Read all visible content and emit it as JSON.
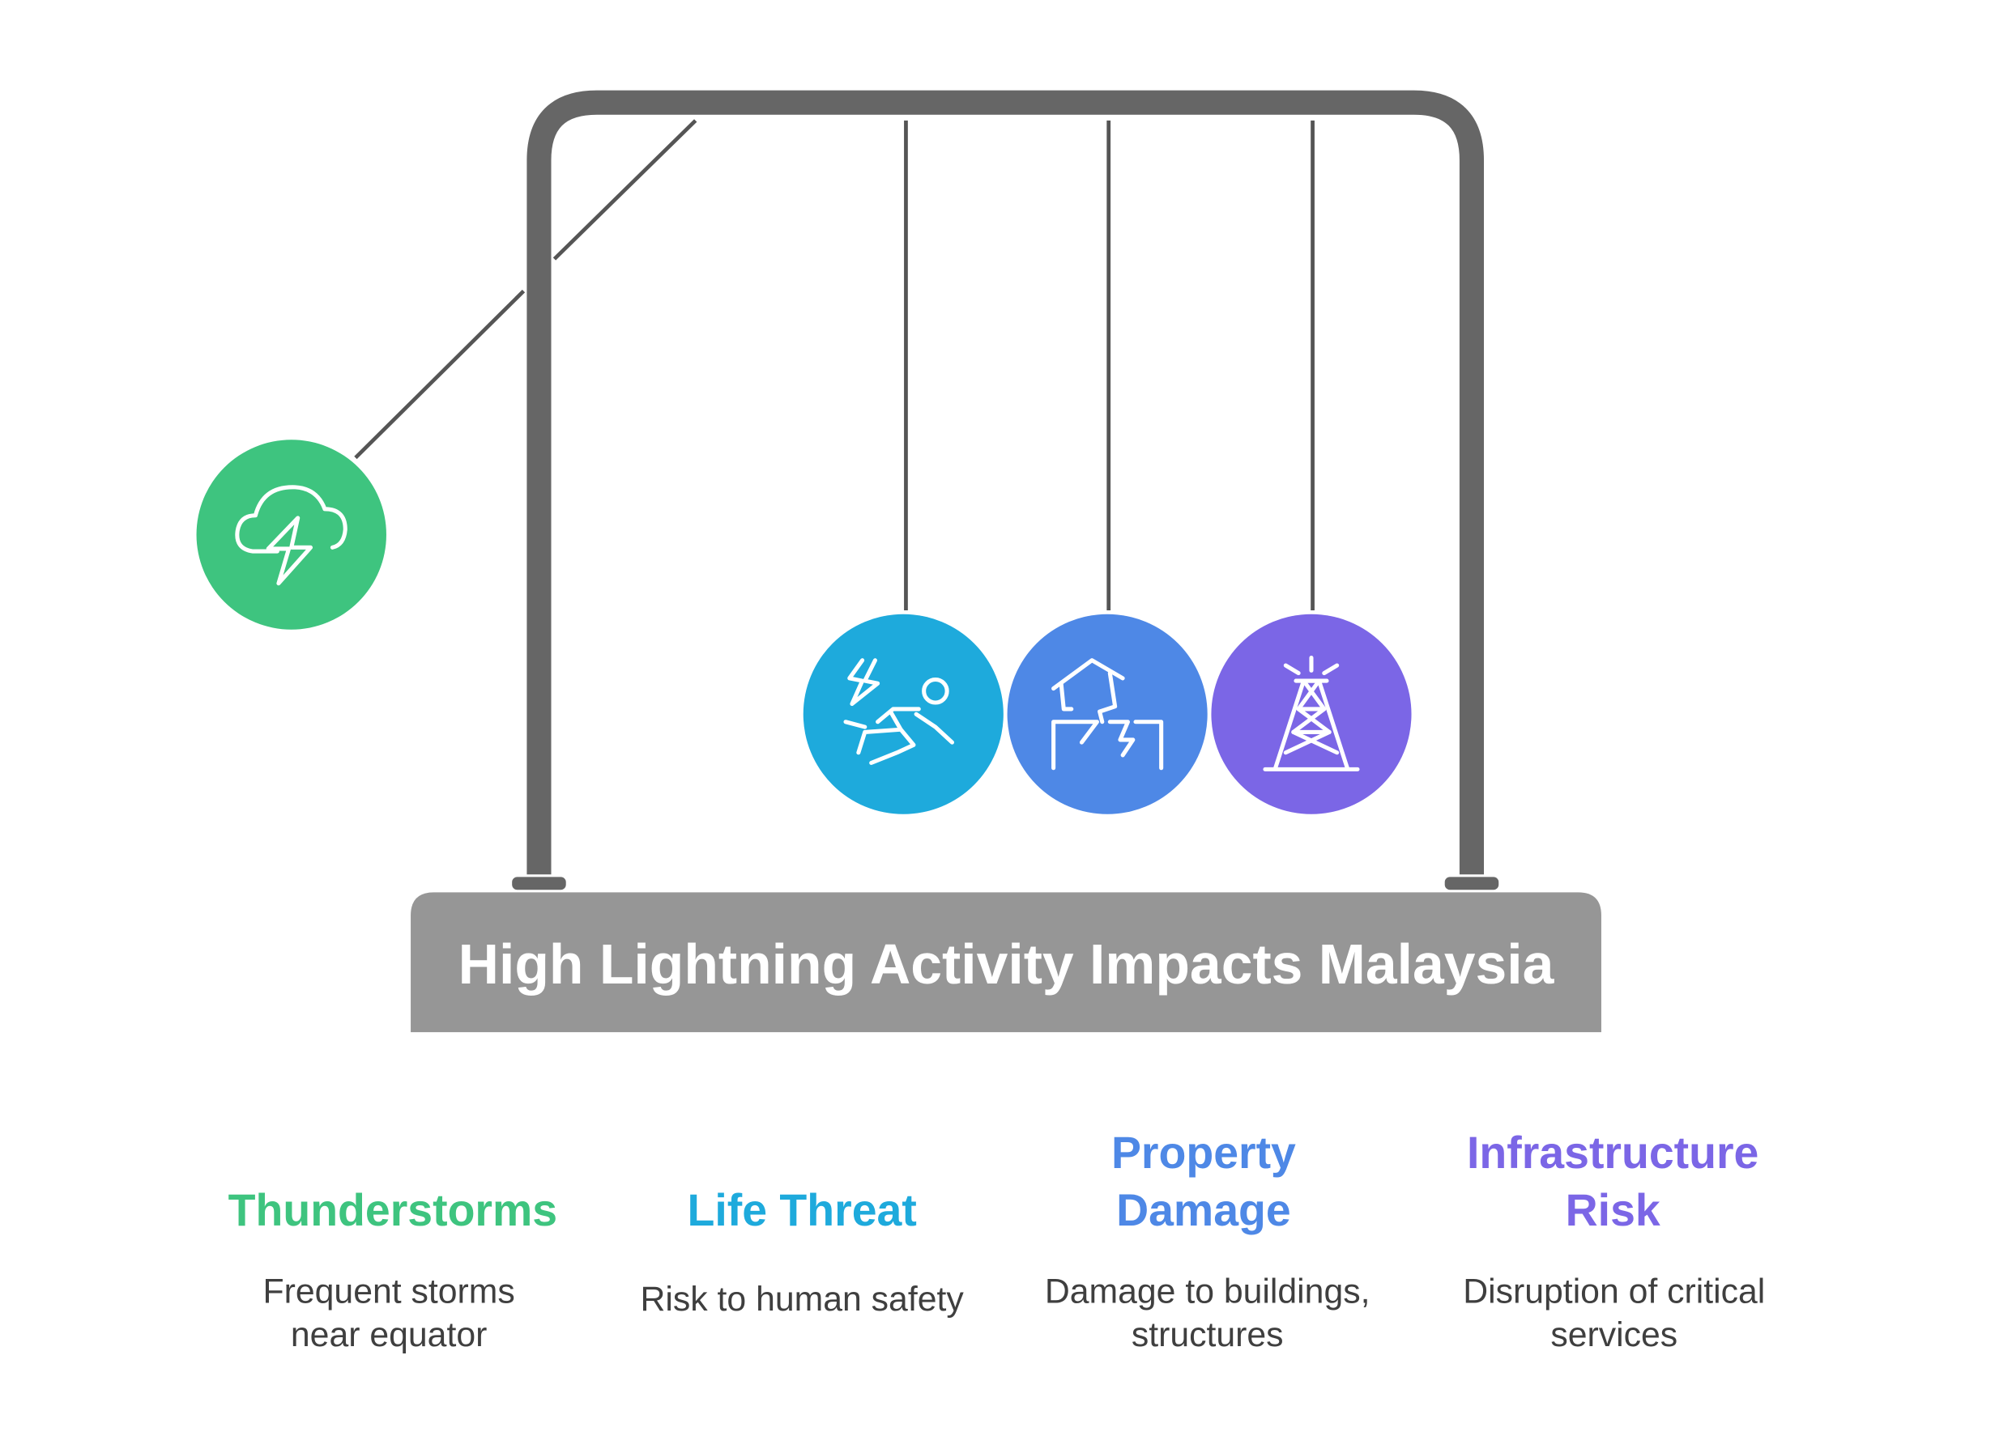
{
  "title": "High Lightning Activity Impacts Malaysia",
  "colors": {
    "frame": "#666666",
    "base": "#969696",
    "title_text": "#ffffff",
    "desc_text": "#3f3f3f"
  },
  "items": [
    {
      "heading_lines": [
        "Thunderstorms"
      ],
      "desc_lines": [
        "Frequent storms",
        "near equator"
      ],
      "color": "#3ec47f",
      "icon": "storm-cloud-icon"
    },
    {
      "heading_lines": [
        "Life Threat"
      ],
      "desc_lines": [
        "Risk to human safety"
      ],
      "color": "#1eaadc",
      "icon": "struck-person-icon"
    },
    {
      "heading_lines": [
        "Property",
        "Damage"
      ],
      "desc_lines": [
        "Damage to buildings,",
        "structures"
      ],
      "color": "#4e88e6",
      "icon": "cracked-house-icon"
    },
    {
      "heading_lines": [
        "Infrastructure",
        "Risk"
      ],
      "desc_lines": [
        "Disruption of critical",
        "services"
      ],
      "color": "#7b66e6",
      "icon": "transmission-tower-icon"
    }
  ]
}
